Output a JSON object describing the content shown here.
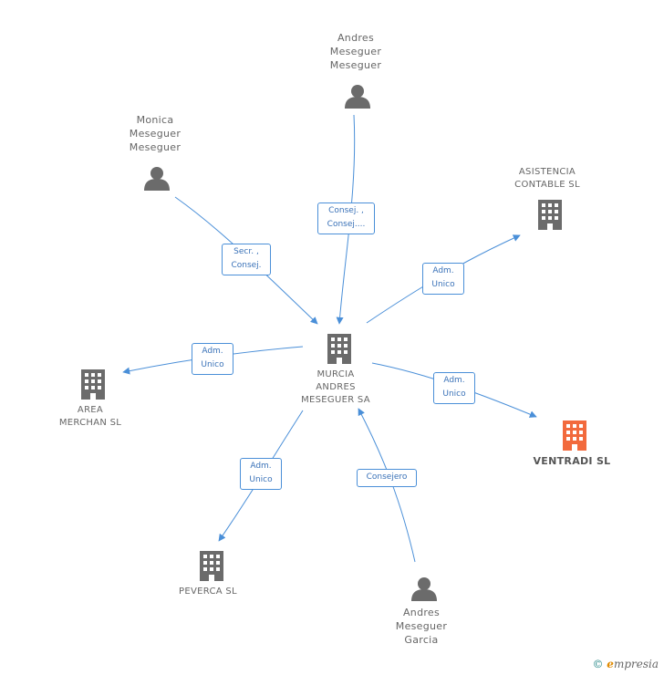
{
  "colors": {
    "edge": "#4a8fd8",
    "icon": "#6b6b6b",
    "highlight": "#f26a3d"
  },
  "nodes": {
    "center": {
      "lines": [
        "MURCIA",
        "ANDRES",
        "MESEGUER SA"
      ],
      "icon": "building-icon"
    },
    "andres_meseguer_meseguer": {
      "lines": [
        "Andres",
        "Meseguer",
        "Meseguer"
      ],
      "icon": "person-icon"
    },
    "monica": {
      "lines": [
        "Monica",
        "Meseguer",
        "Meseguer"
      ],
      "icon": "person-icon"
    },
    "asistencia": {
      "lines": [
        "ASISTENCIA",
        "CONTABLE SL"
      ],
      "icon": "building-icon"
    },
    "area_merchan": {
      "lines": [
        "AREA",
        "MERCHAN SL"
      ],
      "icon": "building-icon"
    },
    "ventradi": {
      "lines": [
        "VENTRADI SL"
      ],
      "icon": "building-icon"
    },
    "peverca": {
      "lines": [
        "PEVERCA SL"
      ],
      "icon": "building-icon"
    },
    "andres_garcia": {
      "lines": [
        "Andres",
        "Meseguer",
        "Garcia"
      ],
      "icon": "person-icon"
    }
  },
  "edges": {
    "andres_to_center": [
      "Consej. ,",
      "Consej...."
    ],
    "monica_to_center": [
      "Secr. ,",
      "Consej."
    ],
    "center_to_asistencia": [
      "Adm.",
      "Unico"
    ],
    "center_to_area": [
      "Adm.",
      "Unico"
    ],
    "center_to_ventradi": [
      "Adm.",
      "Unico"
    ],
    "center_to_peverca": [
      "Adm.",
      "Unico"
    ],
    "garcia_to_center": [
      "Consejero"
    ]
  },
  "watermark": {
    "symbol": "©",
    "brand_initial": "e",
    "brand_rest": "mpresia"
  }
}
